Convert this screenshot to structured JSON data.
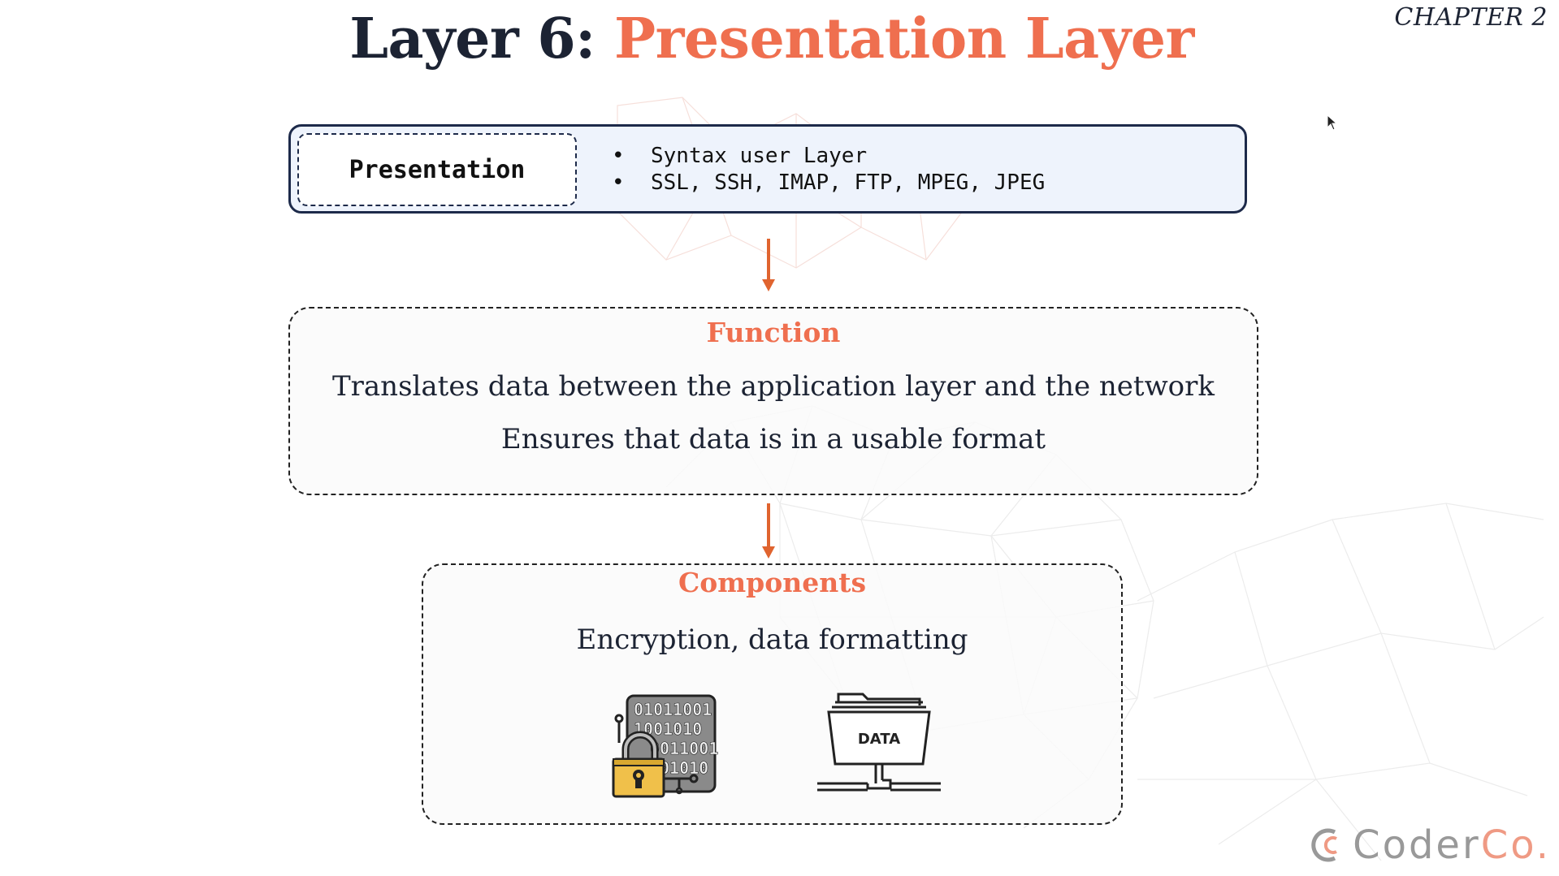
{
  "chapter_label": "CHAPTER 2",
  "title": {
    "prefix": "Layer 6: ",
    "highlight": "Presentation Layer",
    "prefix_color": "#1c2333",
    "highlight_color": "#ef6f4f"
  },
  "presentation_box": {
    "label": "Presentation",
    "bullets": [
      "Syntax user Layer",
      "SSL, SSH, IMAP, FTP, MPEG, JPEG"
    ]
  },
  "function_box": {
    "heading": "Function",
    "lines": [
      "Translates data between the application layer and the network",
      "Ensures that data is in a usable format"
    ]
  },
  "components_box": {
    "heading": "Components",
    "text": "Encryption, data formatting",
    "icons": [
      "binary-lock-icon",
      "data-folder-icon"
    ],
    "data_icon_label": "DATA"
  },
  "logo": {
    "name": "CoderCo.",
    "text_main": "Coder",
    "text_accent": "Co."
  },
  "colors": {
    "accent": "#ef6f4f",
    "navy": "#1d2a4a",
    "arrow": "#e0642f"
  }
}
